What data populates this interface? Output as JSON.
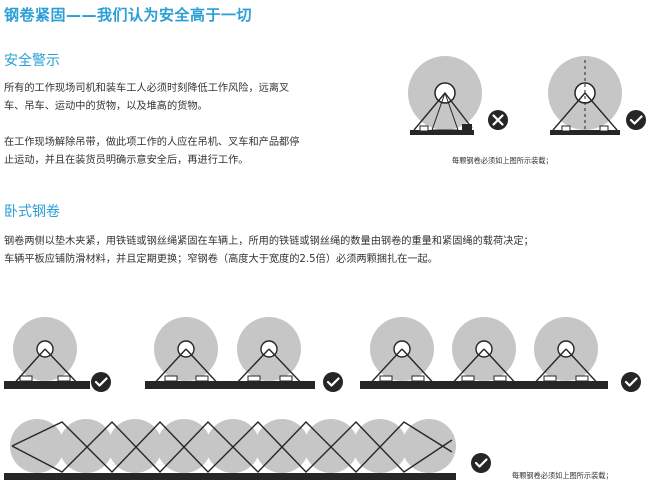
{
  "page": {
    "title": "钢卷紧固——我们认为安全高于一切",
    "safety": {
      "heading": "安全警示",
      "para1_line1": "所有的工作现场司机和装车工人必须时刻降低工作风险，远离叉",
      "para1_line2": "车、吊车、运动中的货物，以及堆高的货物。",
      "para2_line1": "在工作现场解除吊带，做此项工作的人应在吊机、叉车和产品都停",
      "para2_line2": "止运动，并且在装货员明确示意安全后，再进行工作。",
      "caption": "每颗钢卷必须如上图所示装载；"
    },
    "horizontal": {
      "heading": "卧式钢卷",
      "line1": "钢卷两侧以垫木夹紧，用铁链或钢丝绳紧固在车辆上，所用的铁链或钢丝绳的数量由钢卷的重量和紧固绳的载荷决定；",
      "line2": "车辆平板应铺防滑材料，并且定期更换；窄钢卷（高度大于宽度的2.5倍）必须两颗捆扎在一起。",
      "caption": "每颗钢卷必须如上图所示装载；"
    },
    "icons": {
      "correct": "check-icon",
      "wrong": "cross-icon"
    },
    "colors": {
      "accent": "#2a9fd6",
      "coil": "#c6c6c6",
      "dark": "#262626"
    }
  }
}
